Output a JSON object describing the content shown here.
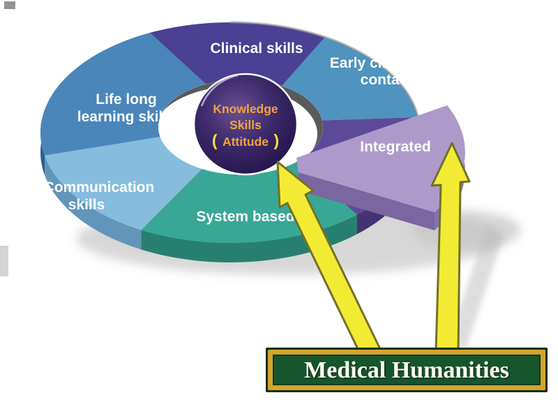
{
  "diagram": {
    "segments": [
      {
        "label": "Clinical skills",
        "color": "#4a4094"
      },
      {
        "label_line1": "Early clinical",
        "label_line2": "contact",
        "color": "#4f93bf"
      },
      {
        "label": "Integrated",
        "color": "#ad9acb",
        "side": "#8972ac",
        "edge_side": "#7a66a0",
        "slot_color": "#5c4a99",
        "slot_side": "#443472"
      },
      {
        "label": "System based",
        "color": "#38a795",
        "side": "#27806f"
      },
      {
        "label_line1": "Communication",
        "label_line2": "skills",
        "color": "#86bcdd",
        "side": "#6295ba"
      },
      {
        "label_line1": "Life long",
        "label_line2": "learning skill",
        "color": "#4a86ba",
        "side": "#2f5f8a"
      }
    ],
    "center": {
      "line1": "Knowledge",
      "line2": "Skills",
      "line3": "Attitude",
      "bracket_open": "(",
      "bracket_close": ")",
      "text_color": "#f2a53c",
      "bracket_color": "#ffe13b"
    },
    "palette": {
      "label_color": "#ffffff",
      "rim_gray": "#9a9a9a",
      "hole_wall": "#5a5a5a",
      "shadow": "#c7c7c7",
      "arrow_fill": "#f3eb33",
      "arrow_stroke": "#71712a"
    }
  },
  "callout": {
    "label": "Medical Humanities",
    "bg_green": "#17552c",
    "border_gold": "#d2a42c",
    "border_dark": "#16301c",
    "inner_line": "#0c3a1c",
    "text_color": "#fffdf0"
  }
}
